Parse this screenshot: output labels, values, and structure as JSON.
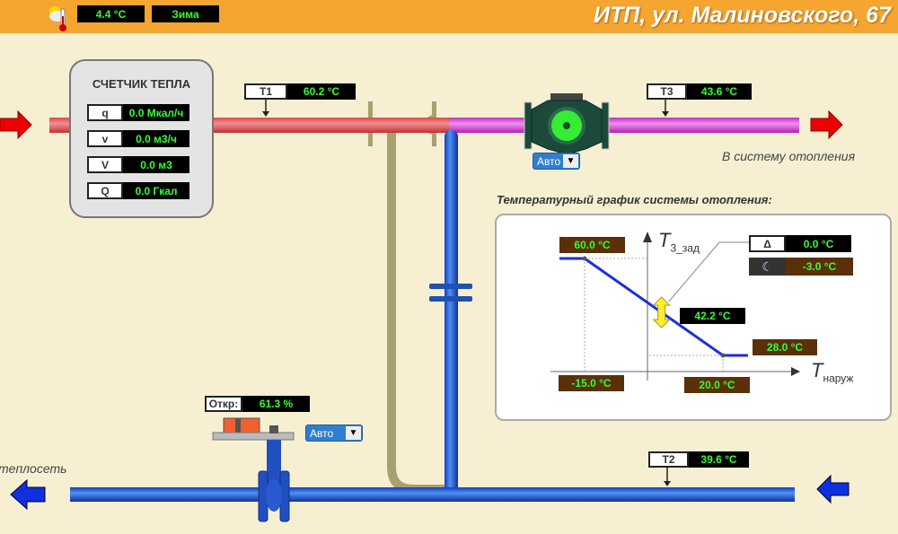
{
  "header": {
    "title": "ИТП, ул. Малиновского, 67",
    "outdoor_temp": "4.4 °C",
    "season": "Зима",
    "icon": "weather-thermometer-icon"
  },
  "meter": {
    "title": "СЧЕТЧИК ТЕПЛА",
    "rows": [
      {
        "label": "q",
        "value": "0.0 Мкал/ч"
      },
      {
        "label": "v",
        "value": "0.0 м3/ч"
      },
      {
        "label": "V",
        "value": "0.0 м3"
      },
      {
        "label": "Q",
        "value": "0.0 Гкал"
      }
    ]
  },
  "sensors": {
    "t1": {
      "label": "T1",
      "value": "60.2 °C"
    },
    "t3": {
      "label": "T3",
      "value": "43.6 °C"
    },
    "t2": {
      "label": "T2",
      "value": "39.6 °C"
    }
  },
  "pump": {
    "mode": "Авто"
  },
  "valve": {
    "label": "Откр:",
    "value": "61.3 %",
    "mode": "Авто",
    "open_percent": 61.3
  },
  "captions": {
    "to_system": "В систему отопления",
    "heat_network": "теплосеть"
  },
  "chart": {
    "title": "Температурный график системы отопления:",
    "y_axis": "T",
    "y_sub": "3_зад",
    "x_axis": "T",
    "x_sub": "наруж",
    "t_high": "60.0 °C",
    "t_low": "28.0 °C",
    "x_low": "-15.0 °C",
    "x_high": "20.0 °C",
    "delta_label": "Δ",
    "delta_value": "0.0 °C",
    "night_value": "-3.0 °C",
    "current": "42.2 °C"
  },
  "chart_data": {
    "type": "line",
    "points": [
      [
        -15,
        60
      ],
      [
        20,
        28
      ]
    ],
    "xlim": [
      -30,
      30
    ],
    "ylim": [
      15,
      75
    ],
    "current_setpoint": 42.2
  }
}
